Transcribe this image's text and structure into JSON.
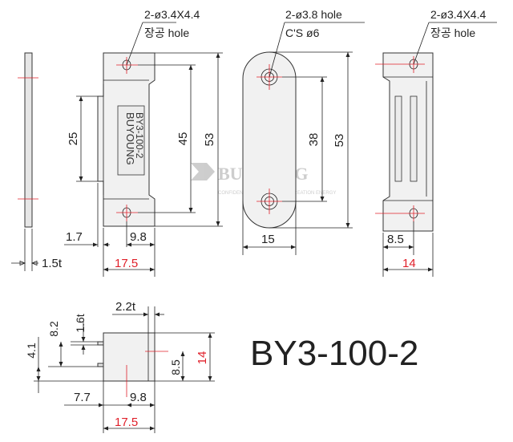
{
  "notes": {
    "left_hole_line1": "2-ø3.4X4.4",
    "left_hole_line2": "장공 hole",
    "mid_hole_line1": "2-ø3.8 hole",
    "mid_hole_line2": "C'S ø6",
    "right_hole_line1": "2-ø3.4X4.4",
    "right_hole_line2": "장공 hole"
  },
  "front_view": {
    "embossed_line1": "BUYOUNG",
    "embossed_line2": "BY3-100-2"
  },
  "watermark": {
    "brand": "BUYOUNG",
    "tagline": "CONFIDENTIAL · A LEADER OF CREATION ENERGY"
  },
  "dims": {
    "d_25": "25",
    "d_45": "45",
    "d_53_front": "53",
    "d_38": "38",
    "d_53_back": "53",
    "d_1_7": "1.7",
    "d_9_8_top": "9.8",
    "d_1_5t": "1.5t",
    "d_17_5_top": "17.5",
    "d_15": "15",
    "d_8_5_side": "8.5",
    "d_14_side": "14",
    "d_2_2t": "2.2t",
    "d_1_6t": "1.6t",
    "d_8_2": "8.2",
    "d_4_1": "4.1",
    "d_8_5_bottom": "8.5",
    "d_14_bottom": "14",
    "d_7_7": "7.7",
    "d_9_8_bottom": "9.8",
    "d_17_5_bottom": "17.5"
  },
  "model": "BY3-100-2",
  "colors": {
    "highlight": "#e0202a",
    "line": "#222222",
    "fill": "#f1f1f1"
  }
}
